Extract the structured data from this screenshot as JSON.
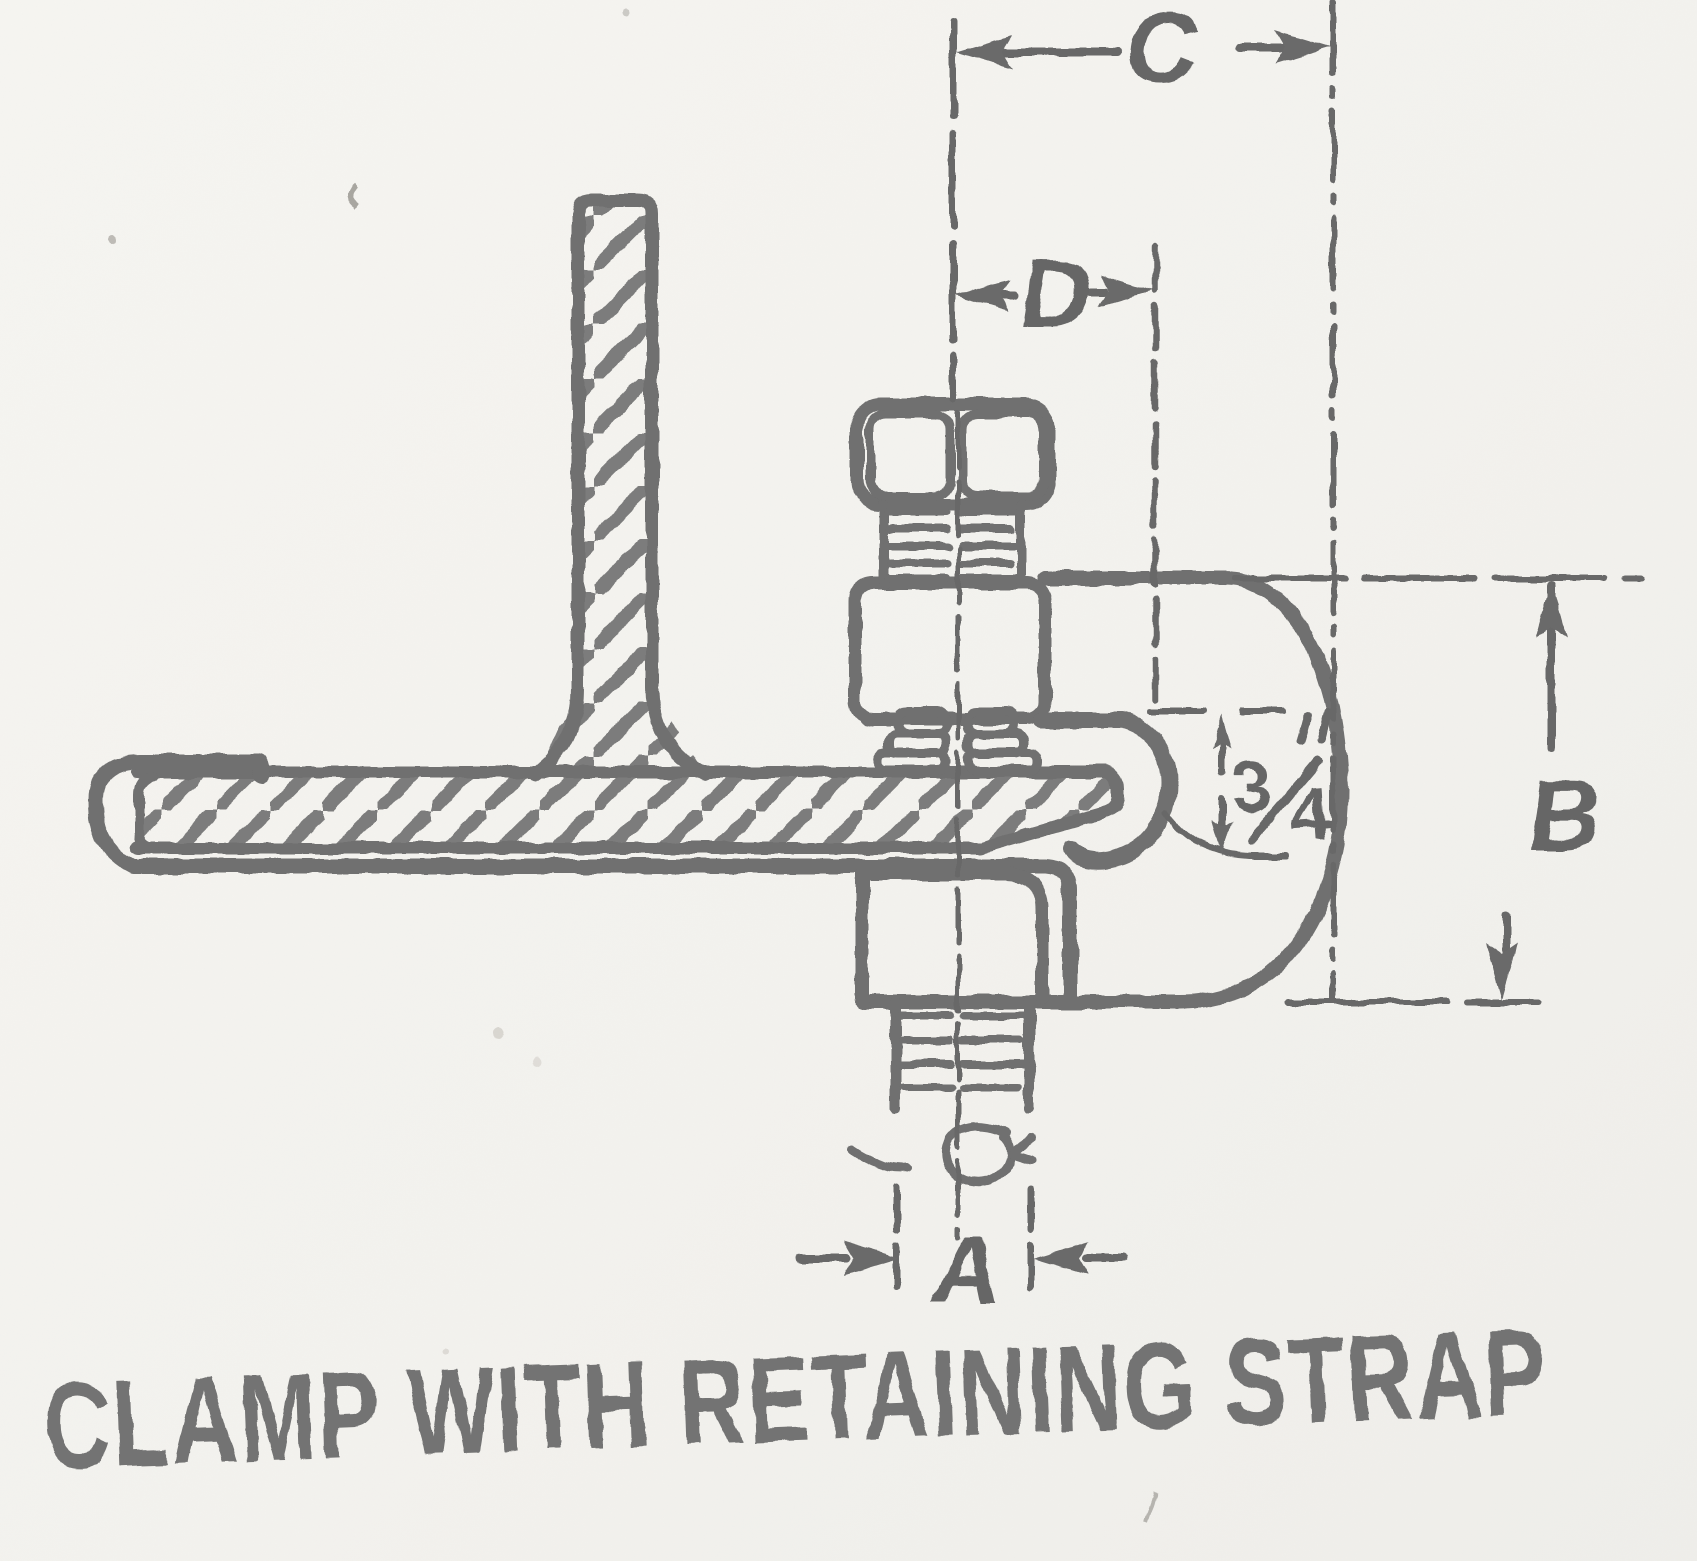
{
  "caption": "CLAMP WITH RETAINING STRAP",
  "dimension_labels": {
    "c": "C",
    "d": "D",
    "b": "B",
    "a": "A"
  },
  "jaw_opening": {
    "numerator": "3",
    "denominator": "4",
    "inch_marks": "\""
  },
  "colors": {
    "paper": "#f4f3ef",
    "ink": "#6f6f6f"
  }
}
